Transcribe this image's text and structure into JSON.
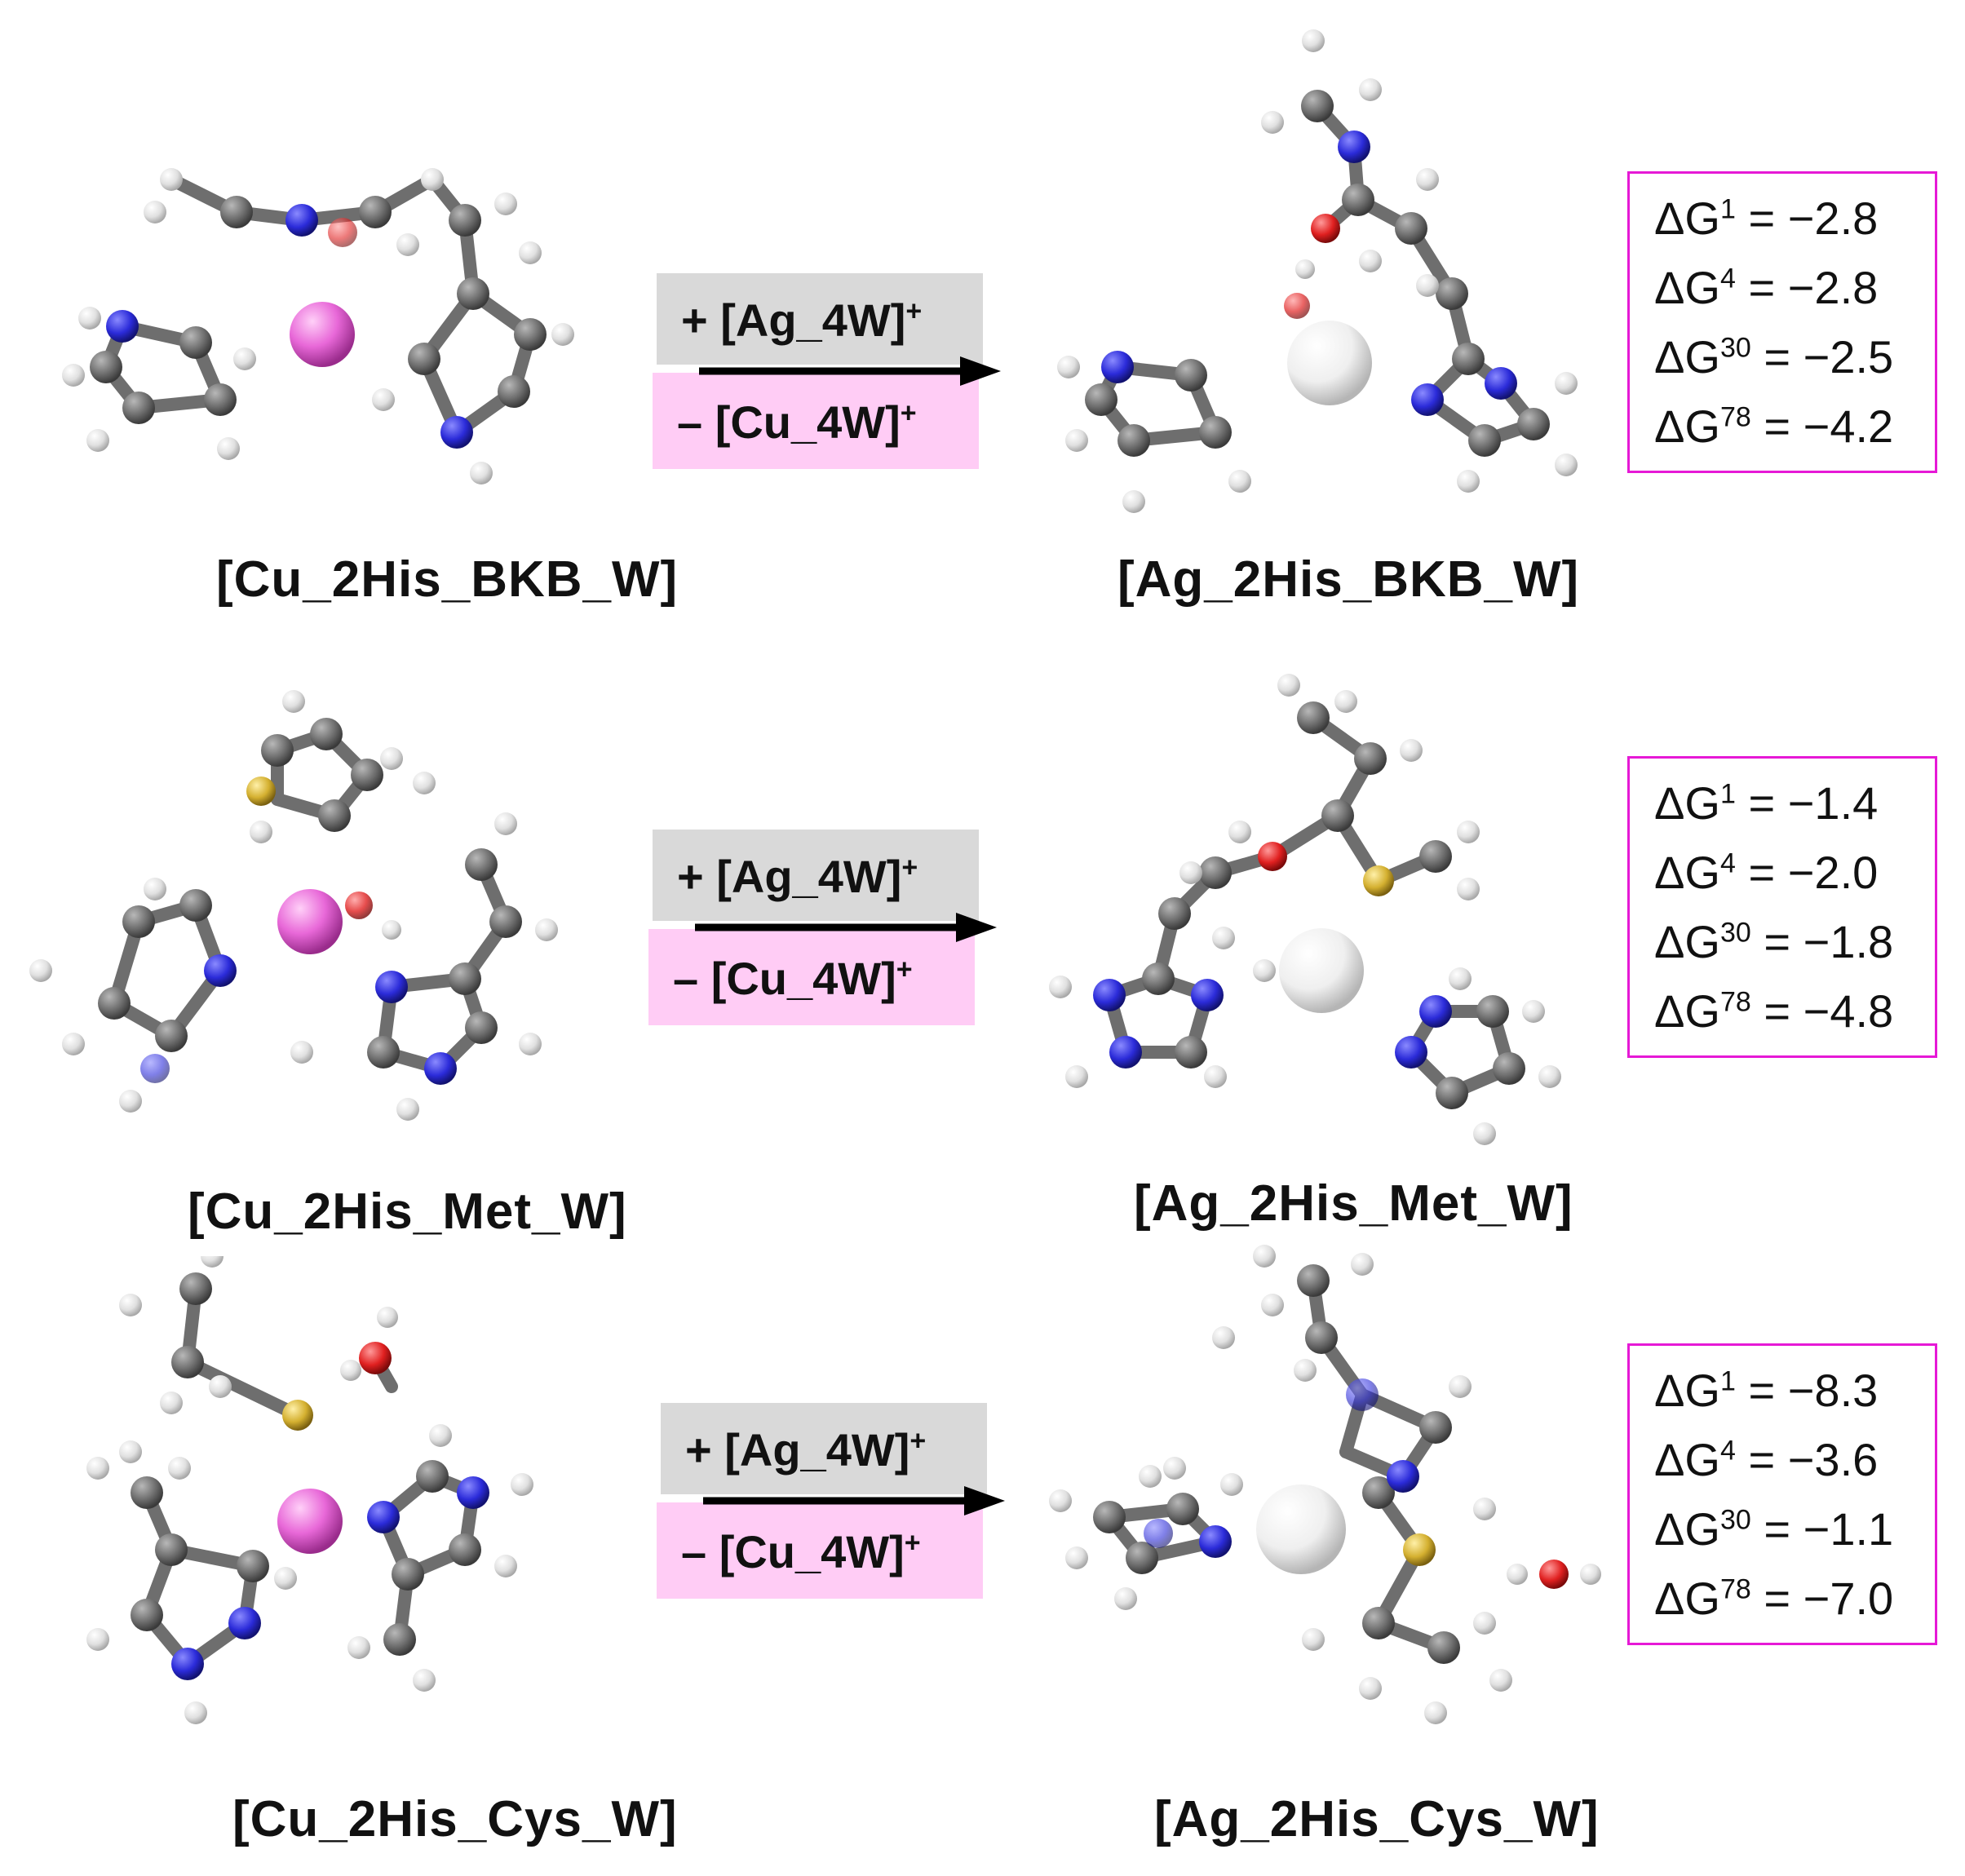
{
  "reactions": [
    {
      "reactant": "[Cu_2His_BKB_W]",
      "product": "[Ag_2His_BKB_W]",
      "add": {
        "text": "+ [Ag_4W]",
        "charge": "+"
      },
      "remove": {
        "text": "– [Cu_4W]",
        "charge": "+"
      },
      "energies": [
        {
          "symbol": "ΔG",
          "sup": "1",
          "value": "= −2.8"
        },
        {
          "symbol": "ΔG",
          "sup": "4",
          "value": "= −2.8"
        },
        {
          "symbol": "ΔG",
          "sup": "30",
          "value": "= −2.5"
        },
        {
          "symbol": "ΔG",
          "sup": "78",
          "value": "= −4.2"
        }
      ]
    },
    {
      "reactant": "[Cu_2His_Met_W]",
      "product": "[Ag_2His_Met_W]",
      "add": {
        "text": "+ [Ag_4W]",
        "charge": "+"
      },
      "remove": {
        "text": "– [Cu_4W]",
        "charge": "+"
      },
      "energies": [
        {
          "symbol": "ΔG",
          "sup": "1",
          "value": "= −1.4"
        },
        {
          "symbol": "ΔG",
          "sup": "4",
          "value": "= −2.0"
        },
        {
          "symbol": "ΔG",
          "sup": "30",
          "value": "= −1.8"
        },
        {
          "symbol": "ΔG",
          "sup": "78",
          "value": "= −4.8"
        }
      ]
    },
    {
      "reactant": "[Cu_2His_Cys_W]",
      "product": "[Ag_2His_Cys_W]",
      "add": {
        "text": "+ [Ag_4W]",
        "charge": "+"
      },
      "remove": {
        "text": "– [Cu_4W]",
        "charge": "+"
      },
      "energies": [
        {
          "symbol": "ΔG",
          "sup": "1",
          "value": "= −8.3"
        },
        {
          "symbol": "ΔG",
          "sup": "4",
          "value": "= −3.6"
        },
        {
          "symbol": "ΔG",
          "sup": "30",
          "value": "= −1.1"
        },
        {
          "symbol": "ΔG",
          "sup": "78",
          "value": "= −7.0"
        }
      ]
    }
  ],
  "colors": {
    "carbon": "#6e6e6e",
    "hydrogen": "#e6e6e6",
    "nitrogen": "#2b2bd9",
    "oxygen": "#e02020",
    "sulfur": "#d4b030",
    "copper": "#e868d8",
    "silver": "#f0f0f0",
    "energy_box_border": "#e619d6",
    "add_box": "#d9d9d9",
    "remove_box": "#ffccf5"
  }
}
